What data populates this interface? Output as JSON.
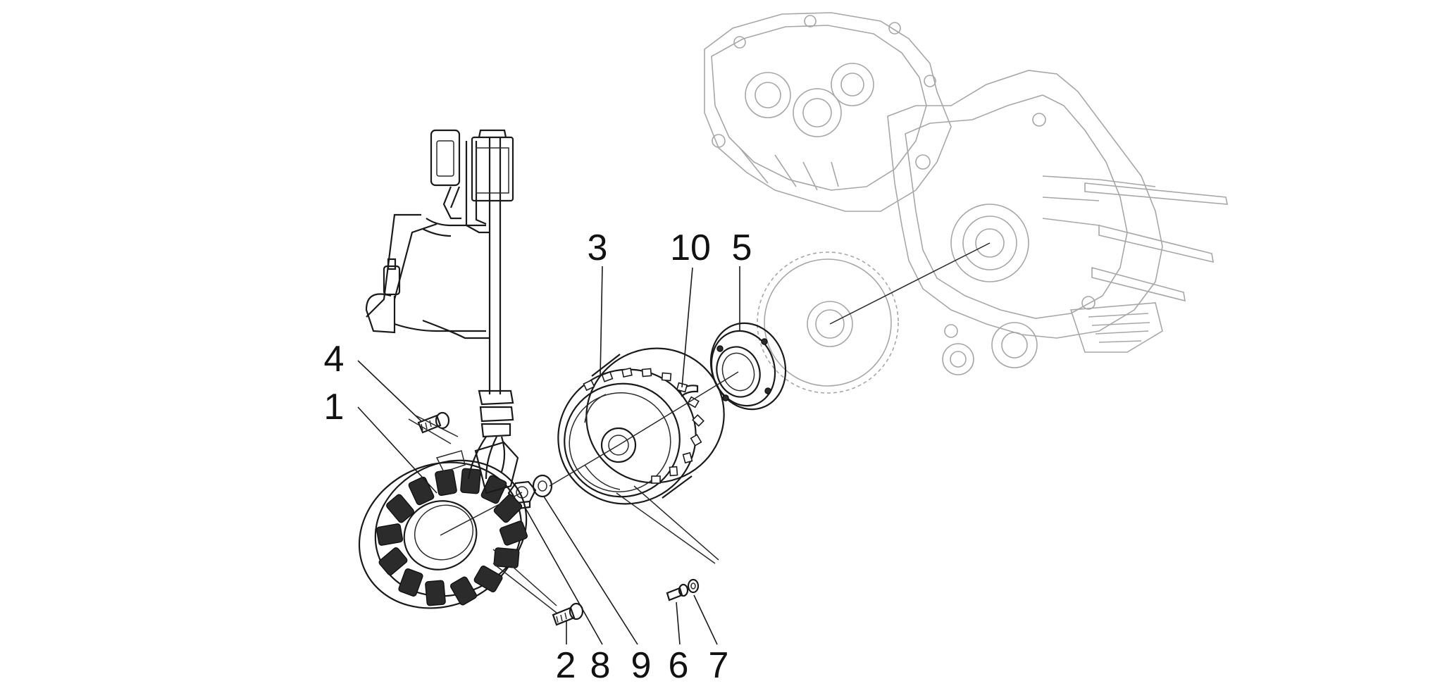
{
  "callouts": [
    {
      "id": "1",
      "label": "1"
    },
    {
      "id": "2",
      "label": "2"
    },
    {
      "id": "3",
      "label": "3"
    },
    {
      "id": "4",
      "label": "4"
    },
    {
      "id": "5",
      "label": "5"
    },
    {
      "id": "6",
      "label": "6"
    },
    {
      "id": "7",
      "label": "7"
    },
    {
      "id": "8",
      "label": "8"
    },
    {
      "id": "9",
      "label": "9"
    },
    {
      "id": "10",
      "label": "10"
    }
  ],
  "colors": {
    "ink": "#1a1a1a",
    "engine_outline": "#a7a7a7",
    "background": "#ffffff"
  },
  "icons": [
    "stator-coil-icon",
    "wiring-harness-icon",
    "flywheel-rotor-icon",
    "starter-gear-icon",
    "freewheel-icon",
    "engine-crankcase-icon",
    "screw-icon",
    "nut-icon",
    "washer-icon",
    "woodruff-key-icon"
  ]
}
